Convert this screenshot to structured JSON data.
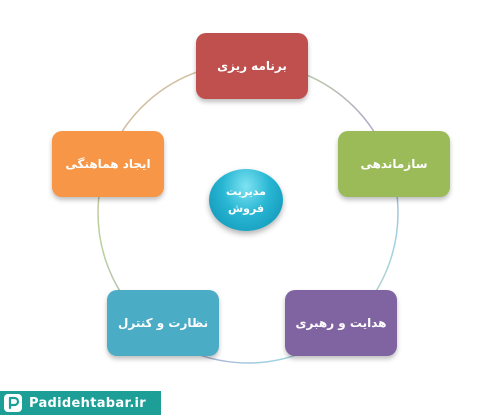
{
  "diagram": {
    "center_label": "مدیریت\nفروش",
    "nodes": [
      {
        "id": "planning",
        "label": "برنامه ریزی",
        "color": "#c0504d"
      },
      {
        "id": "organizing",
        "label": "سازماندهی",
        "color": "#9bbb59"
      },
      {
        "id": "leading",
        "label": "هدایت و رهبری",
        "color": "#8064a2"
      },
      {
        "id": "control",
        "label": "نظارت و کنترل",
        "color": "#4bacc6"
      },
      {
        "id": "coordination",
        "label": "ایجاد هماهنگی",
        "color": "#f79646"
      }
    ]
  },
  "watermark": {
    "text": "Padidehtabar.ir",
    "icon": "padidehtabar-logo-icon",
    "color": "#1d9e96"
  }
}
